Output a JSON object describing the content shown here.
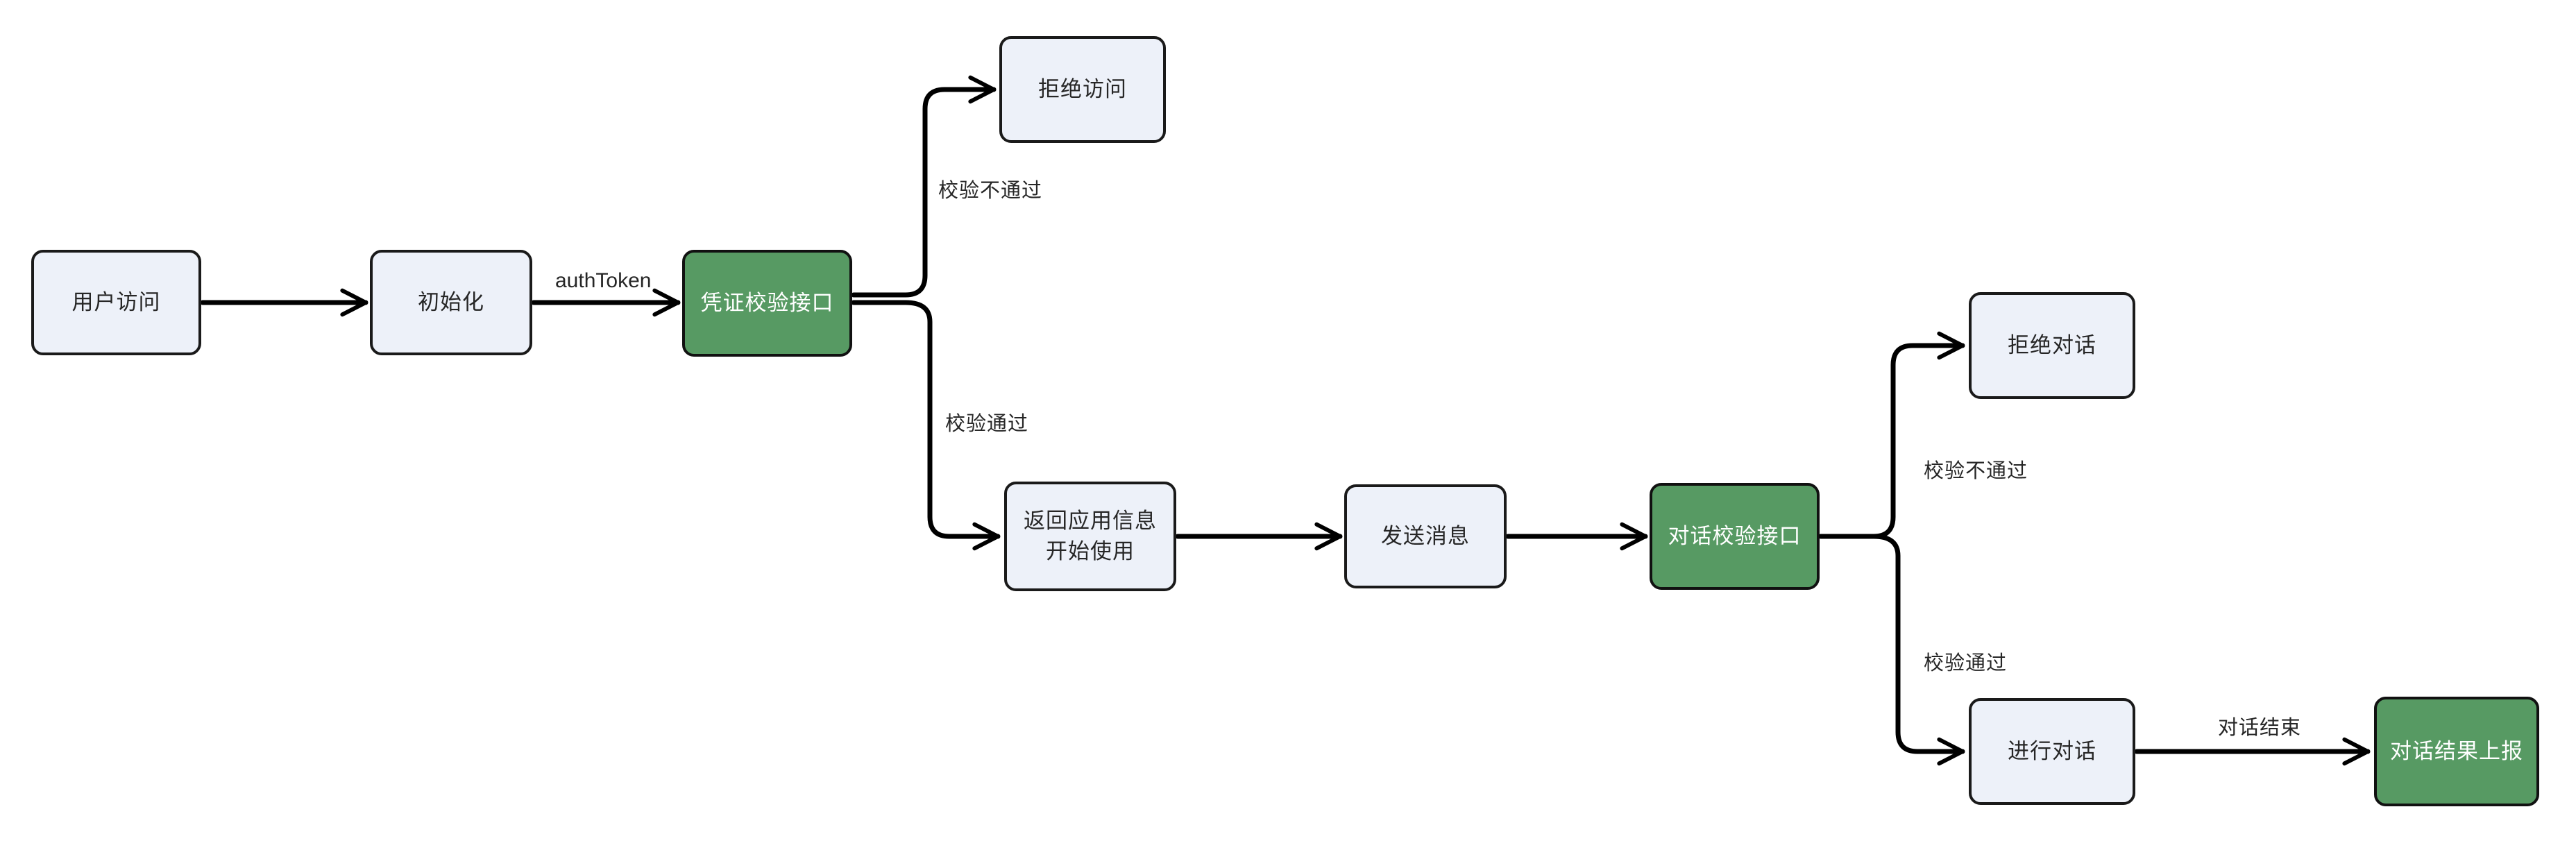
{
  "diagram": {
    "type": "flowchart",
    "colors": {
      "background": "#FFFFFF",
      "node_fill": "#EDF1F9",
      "node_border": "#1A1A1A",
      "green_fill": "#579A63",
      "green_text": "#FFFFFF",
      "text": "#262626",
      "arrow": "#000000"
    },
    "nodes": [
      {
        "id": "user-access",
        "label": "用户访问",
        "variant": "light"
      },
      {
        "id": "init",
        "label": "初始化",
        "variant": "light"
      },
      {
        "id": "credential-check-api",
        "label": "凭证校验接口",
        "variant": "green"
      },
      {
        "id": "deny-access",
        "label": "拒绝访问",
        "variant": "light"
      },
      {
        "id": "return-app-info",
        "label": "返回应用信息 开始使用",
        "lines": [
          "返回应用信息",
          "开始使用"
        ],
        "variant": "light"
      },
      {
        "id": "send-message",
        "label": "发送消息",
        "variant": "light"
      },
      {
        "id": "dialog-check-api",
        "label": "对话校验接口",
        "variant": "green"
      },
      {
        "id": "deny-dialog",
        "label": "拒绝对话",
        "variant": "light"
      },
      {
        "id": "do-dialog",
        "label": "进行对话",
        "variant": "light"
      },
      {
        "id": "report-dialog-result",
        "label": "对话结果上报",
        "variant": "green"
      }
    ],
    "edge_labels": {
      "auth_token": "authToken",
      "check_fail_1": "校验不通过",
      "check_pass_1": "校验通过",
      "check_fail_2": "校验不通过",
      "check_pass_2": "校验通过",
      "dialog_end": "对话结束"
    },
    "edges": [
      {
        "from": "user-access",
        "to": "init",
        "label": ""
      },
      {
        "from": "init",
        "to": "credential-check-api",
        "label": "authToken"
      },
      {
        "from": "credential-check-api",
        "to": "deny-access",
        "label": "校验不通过"
      },
      {
        "from": "credential-check-api",
        "to": "return-app-info",
        "label": "校验通过"
      },
      {
        "from": "return-app-info",
        "to": "send-message",
        "label": ""
      },
      {
        "from": "send-message",
        "to": "dialog-check-api",
        "label": ""
      },
      {
        "from": "dialog-check-api",
        "to": "deny-dialog",
        "label": "校验不通过"
      },
      {
        "from": "dialog-check-api",
        "to": "do-dialog",
        "label": "校验通过"
      },
      {
        "from": "do-dialog",
        "to": "report-dialog-result",
        "label": "对话结束"
      }
    ]
  }
}
